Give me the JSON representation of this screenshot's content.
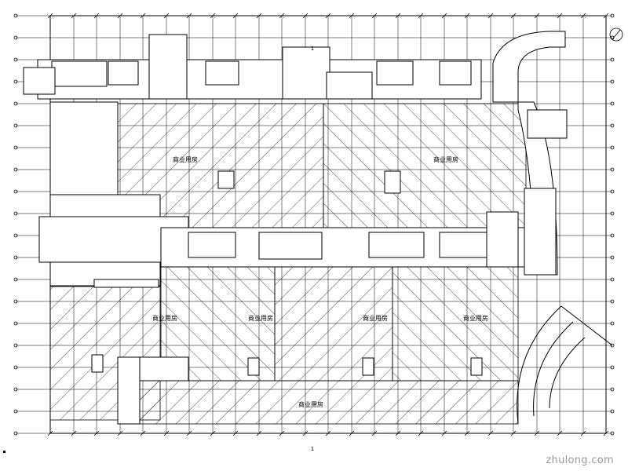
{
  "drawing": {
    "axis_top": "1",
    "axis_bottom": "1",
    "zone_labels": [
      "商业用房",
      "商业用房",
      "商业用房",
      "商业用房",
      "商业用房",
      "商业用房",
      "商业用房"
    ],
    "watermark": "zhulong.com"
  }
}
